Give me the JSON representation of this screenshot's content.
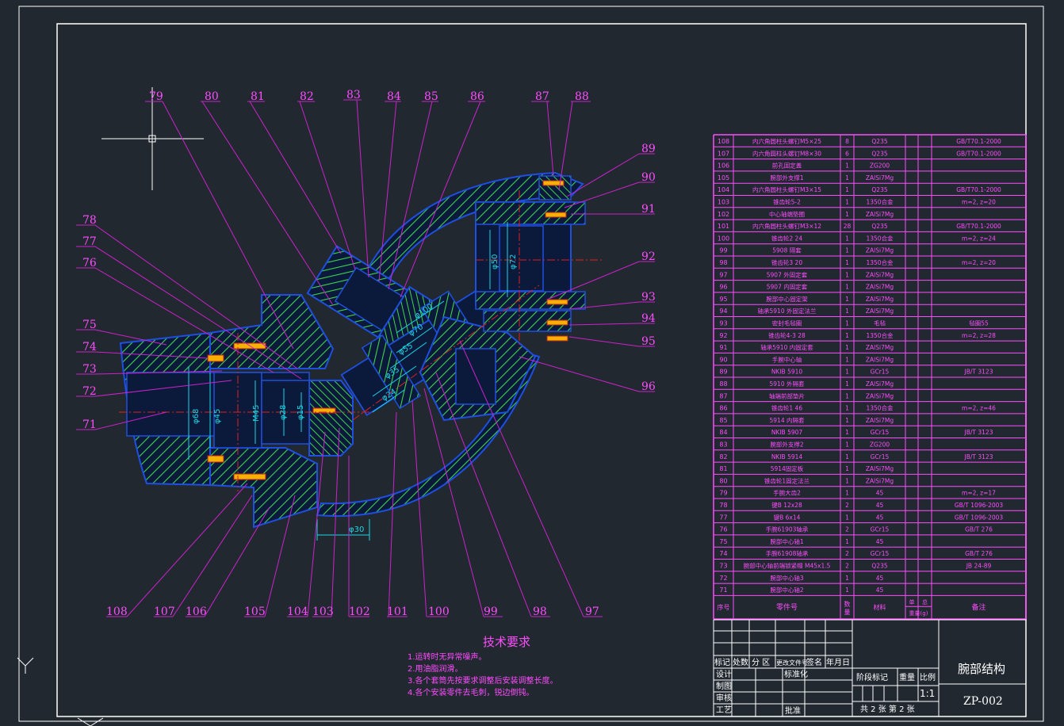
{
  "balloons": {
    "top": [
      "79",
      "80",
      "81",
      "82",
      "83",
      "84",
      "85",
      "86",
      "87",
      "88"
    ],
    "right": [
      "89",
      "90",
      "91",
      "92",
      "93",
      "94",
      "95",
      "96"
    ],
    "left": [
      "78",
      "77",
      "76",
      "75",
      "74",
      "73",
      "72",
      "71"
    ],
    "bottom": [
      "108",
      "107",
      "106",
      "105",
      "104",
      "103",
      "102",
      "101",
      "100",
      "99",
      "98",
      "97"
    ]
  },
  "dimensions": [
    "φ50",
    "φ72",
    "φ100",
    "φ70",
    "φ55",
    "φ35",
    "φ24",
    "φ68",
    "φ45",
    "M45",
    "φ28",
    "φ15",
    "φ30"
  ],
  "tech": {
    "title": "技术要求",
    "items": [
      "1.运转时无异常噪声。",
      "2.用油脂润滑。",
      "3.各个套筒先按要求调整后安装调整长度。",
      "4.各个安装零件去毛刺，锐边倒钝。"
    ]
  },
  "bom": {
    "header": {
      "no": "序号",
      "name": "零件号",
      "qty": "数量",
      "material": "材料",
      "single": "单",
      "total": "总",
      "weight": "重量(g)",
      "note": "备注"
    },
    "rows": [
      [
        "108",
        "内六角圆柱头螺钉M5×25",
        "8",
        "Q235",
        "GB/T70.1-2000"
      ],
      [
        "107",
        "内六角圆柱头螺钉M8×30",
        "6",
        "Q235",
        "GB/T70.1-2000"
      ],
      [
        "106",
        "前孔固定盖",
        "1",
        "ZG200",
        ""
      ],
      [
        "105",
        "腕部外支撑1",
        "1",
        "ZAlSi7Mg",
        ""
      ],
      [
        "104",
        "内六角圆柱头螺钉M3×15",
        "1",
        "Q235",
        "GB/T70.1-2000"
      ],
      [
        "103",
        "锥齿轮5-2",
        "1",
        "1350合金",
        "m=2, z=20"
      ],
      [
        "102",
        "中心轴端垫圈",
        "1",
        "ZAlSi7Mg",
        ""
      ],
      [
        "101",
        "内六角圆柱头螺钉M3×12",
        "28",
        "Q235",
        "GB/T70.1-2000"
      ],
      [
        "100",
        "锥齿轮2 24",
        "1",
        "1350合金",
        "m=2, z=24"
      ],
      [
        "99",
        "5908 隔套",
        "1",
        "ZAlSi7Mg",
        ""
      ],
      [
        "98",
        "锥齿轮3 20",
        "1",
        "1350合金",
        "m=2, z=20"
      ],
      [
        "97",
        "5907 外固定套",
        "1",
        "ZAlSi7Mg",
        ""
      ],
      [
        "96",
        "5907 内固定套",
        "1",
        "ZAlSi7Mg",
        ""
      ],
      [
        "95",
        "腕部中心固定架",
        "1",
        "ZAlSi7Mg",
        ""
      ],
      [
        "94",
        "轴承5910 外固定法兰",
        "1",
        "ZAlSi7Mg",
        ""
      ],
      [
        "93",
        "密封毛毡圈",
        "1",
        "毛毡",
        "毡圈55"
      ],
      [
        "92",
        "锥齿轮4-3 28",
        "1",
        "1350合金",
        "m=2, z=28"
      ],
      [
        "91",
        "轴承5910 内固定套",
        "1",
        "ZAlSi7Mg",
        ""
      ],
      [
        "90",
        "手腕中心轴",
        "1",
        "ZAlSi7Mg",
        ""
      ],
      [
        "89",
        "NKIB 5910",
        "1",
        "GCr15",
        "JB/T 3123"
      ],
      [
        "88",
        "5910 外隔套",
        "1",
        "ZAlSi7Mg",
        ""
      ],
      [
        "87",
        "轴端前部垫片",
        "1",
        "ZAlSi7Mg",
        ""
      ],
      [
        "86",
        "锥齿轮1 46",
        "1",
        "1350合金",
        "m=2, z=46"
      ],
      [
        "85",
        "5914 内隔套",
        "1",
        "ZAlSi7Mg",
        ""
      ],
      [
        "84",
        "NKIB 5907",
        "1",
        "GCr15",
        "JB/T 3123"
      ],
      [
        "83",
        "腕部外支撑2",
        "1",
        "ZG200",
        ""
      ],
      [
        "82",
        "NKIB 5914",
        "1",
        "GCr15",
        "JB/T 3123"
      ],
      [
        "81",
        "5914固定板",
        "1",
        "ZAlSi7Mg",
        ""
      ],
      [
        "80",
        "锥齿轮1固定法兰",
        "1",
        "ZAlSi7Mg",
        ""
      ],
      [
        "79",
        "手腕大齿2",
        "1",
        "45",
        "m=2, z=17"
      ],
      [
        "78",
        "键B 12x28",
        "2",
        "45",
        "GB/T 1096-2003"
      ],
      [
        "77",
        "键B 6x14",
        "1",
        "45",
        "GB/T 1096-2003"
      ],
      [
        "76",
        "手腕61903轴承",
        "2",
        "GCr15",
        "GB/T 276"
      ],
      [
        "75",
        "腕部中心轴1",
        "1",
        "45",
        ""
      ],
      [
        "74",
        "手腕61908轴承",
        "2",
        "GCr15",
        "GB/T 276"
      ],
      [
        "73",
        "腕部中心轴前端锁紧帽 M45x1.5",
        "2",
        "Q235",
        "JB 24-89"
      ],
      [
        "72",
        "腕部中心轴3",
        "1",
        "45",
        ""
      ],
      [
        "71",
        "腕部中心轴2",
        "1",
        "45",
        ""
      ]
    ]
  },
  "titleblock": {
    "rev_labels": [
      "标记",
      "处数",
      "分 区",
      "更改文件号",
      "签名",
      "年月日"
    ],
    "roles": [
      "设计",
      "制图",
      "审核",
      "工艺"
    ],
    "std": "标准化",
    "approve": "批准",
    "stage_mark": "阶段标记",
    "weight": "重量",
    "scale_label": "比例",
    "scale_value": "1:1",
    "sheets": "共 2 张  第 2 张",
    "title": "腕部结构",
    "code": "ZP-002"
  },
  "ucs": {
    "y": "Y",
    "x": "X"
  },
  "colors": {
    "background": "#212830",
    "frame": "#ffffff",
    "outline": "#1f4fe0",
    "hatch": "#3fd44a",
    "leader": "#cc22cc",
    "centerline": "#e02020",
    "dim": "#19d7e8",
    "text_magenta": "#ff4cff"
  }
}
